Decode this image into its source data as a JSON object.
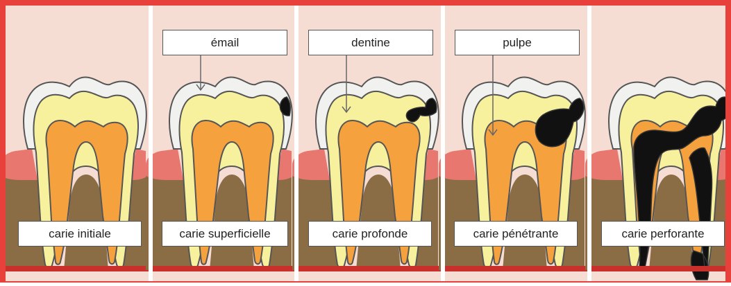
{
  "colors": {
    "background": "#f5ddd3",
    "frame": "#e8403a",
    "enamel": "#f1f1ef",
    "dentin": "#f7f09c",
    "pulp": "#f5a23e",
    "gum": "#e8786f",
    "bone": "#8b6d45",
    "caries": "#111111",
    "baseline": "#c9302c"
  },
  "stages": [
    {
      "caption": "carie initiale"
    },
    {
      "caption": "carie superficielle"
    },
    {
      "caption": "carie profonde"
    },
    {
      "caption": "carie pénétrante"
    },
    {
      "caption": "carie perforante"
    }
  ],
  "labels": {
    "enamel": "émail",
    "dentin": "dentine",
    "pulp": "pulpe"
  }
}
